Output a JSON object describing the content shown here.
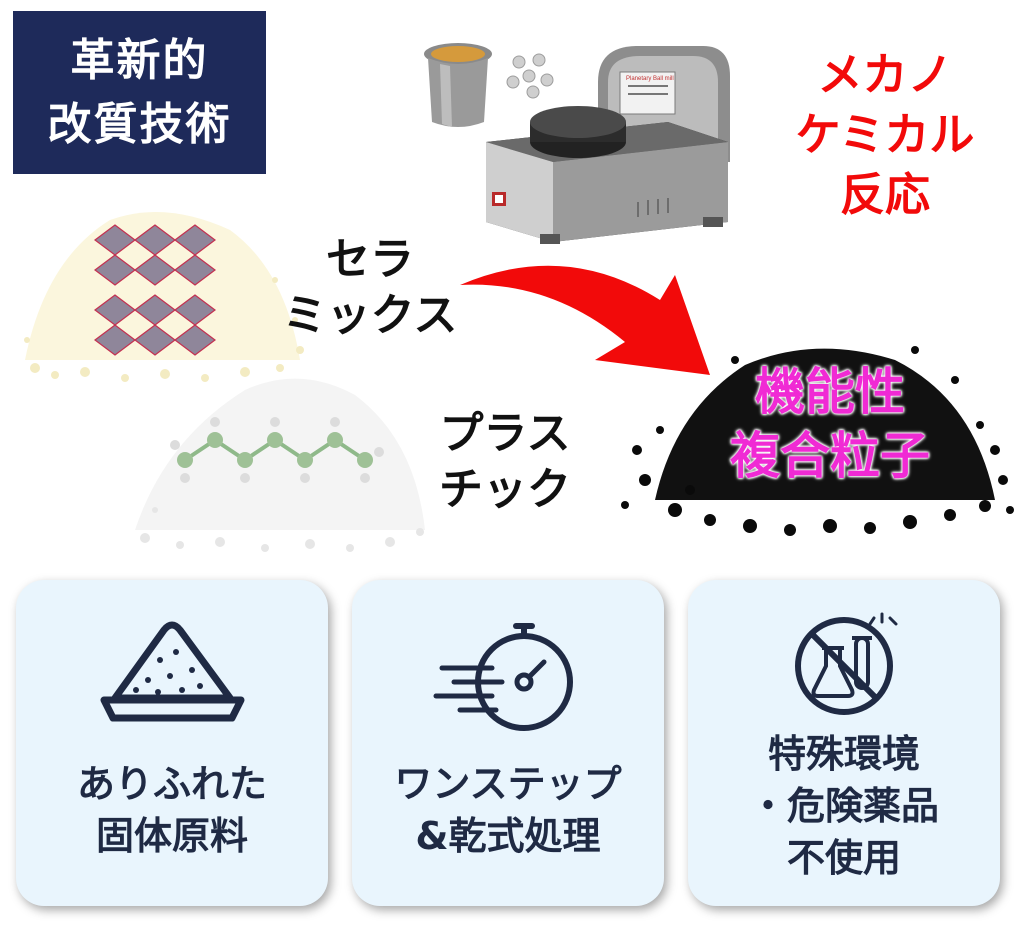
{
  "title": {
    "line1": "革新的",
    "line2": "改質技術"
  },
  "reaction": {
    "line1": "メカノ",
    "line2": "ケミカル",
    "line3": "反応"
  },
  "materials": {
    "ceramics": {
      "line1": "セラ",
      "line2": "ミックス"
    },
    "plastic": {
      "line1": "プラス",
      "line2": "チック"
    }
  },
  "product": {
    "line1": "機能性",
    "line2": "複合粒子"
  },
  "cards": [
    {
      "icon": "powder-pile-icon",
      "line1": "ありふれた",
      "line2": "固体原料"
    },
    {
      "icon": "fast-stopwatch-icon",
      "line1": "ワンステップ",
      "line2": "&乾式処理"
    },
    {
      "icon": "no-chemicals-icon",
      "line1": "特殊環境",
      "line2": "・危険薬品",
      "line3": "不使用"
    }
  ],
  "colors": {
    "title_bg": "#1e2a5a",
    "reaction_text": "#f20a0a",
    "arrow": "#f20a0a",
    "product_text": "#f02ad4",
    "card_bg": "#e9f5fd",
    "card_text": "#1f2a44"
  }
}
